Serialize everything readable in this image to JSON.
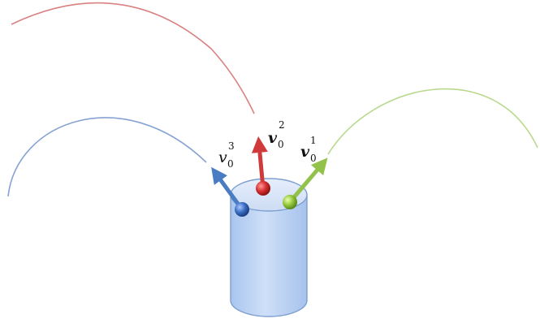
{
  "labels": {
    "v1": {
      "base": "v",
      "sub": "0",
      "sup": "1",
      "bold": true
    },
    "v2": {
      "base": "v",
      "sub": "0",
      "sup": "2",
      "bold": true
    },
    "v3": {
      "base": "v",
      "sub": "0",
      "sup": "3",
      "bold": false
    }
  },
  "colors": {
    "red": "#d03a3a",
    "red_trajectory": "#d97a7a",
    "green": "#92c24a",
    "green_trajectory": "#b7d88c",
    "blue": "#4a7cc4",
    "blue_trajectory": "#7f9fd0",
    "container_fill": "#bcd4f4",
    "container_stroke": "#7e9fcf"
  },
  "icons": {
    "container": "cylinder-shape",
    "particles": [
      "red-sphere",
      "green-sphere",
      "blue-sphere"
    ]
  }
}
